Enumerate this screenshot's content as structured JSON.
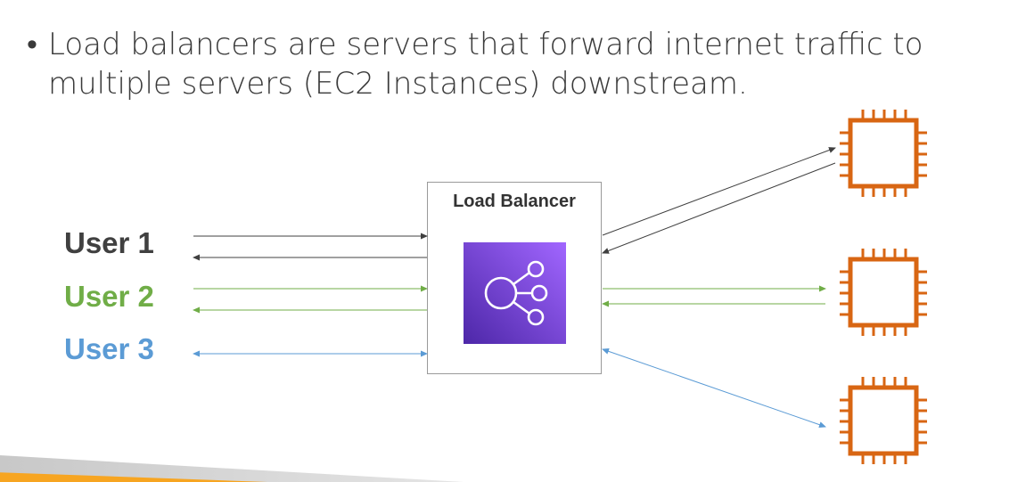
{
  "slide": {
    "bullet_symbol": "•",
    "bullet_text": "Load balancers are servers that forward internet traffic to multiple servers (EC2 Instances) downstream."
  },
  "users": [
    {
      "label": "User 1",
      "color": "#404040"
    },
    {
      "label": "User 2",
      "color": "#70ad47"
    },
    {
      "label": "User 3",
      "color": "#5b9bd5"
    }
  ],
  "load_balancer": {
    "title": "Load Balancer",
    "icon": "elastic-load-balancing-icon",
    "icon_colors": [
      "#4d27a8",
      "#a166ff"
    ]
  },
  "instances": {
    "icon": "ec2-instance-chip-icon",
    "color": "#d86613",
    "count": 3
  },
  "colors": {
    "text": "#3a3a3a",
    "user1_arrow": "#404040",
    "user2_arrow": "#70ad47",
    "user3_arrow": "#5b9bd5",
    "footer_orange": "#f7a521",
    "footer_gray": "#c8c8c8"
  }
}
